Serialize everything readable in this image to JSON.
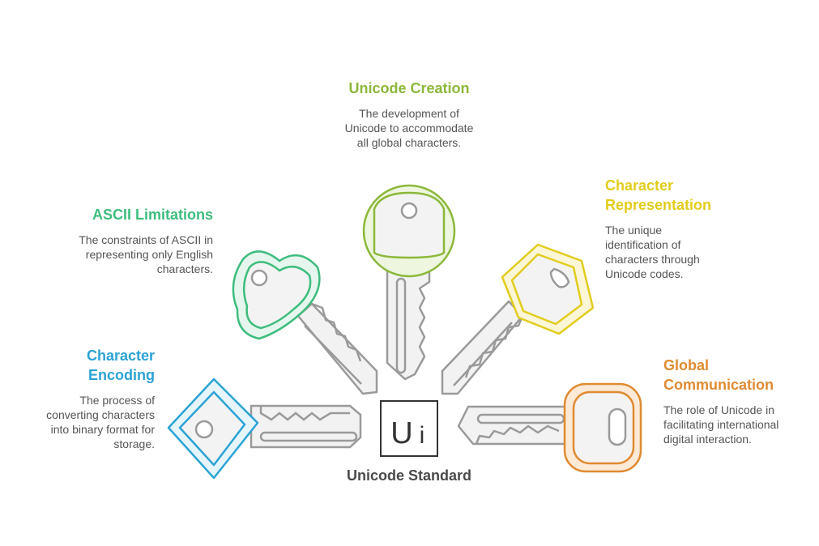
{
  "center": {
    "label": "Unicode Standard",
    "logo_text": "U",
    "logo_i": "i"
  },
  "items": [
    {
      "title": "Unicode Creation",
      "description": "The development of Unicode to accommodate all global characters.",
      "color": "#8bb83a"
    },
    {
      "title": "Character Representation",
      "description": "The unique identification of characters through Unicode codes.",
      "color": "#e2cc1c"
    },
    {
      "title": "Global Communication",
      "description": "The role of Unicode in facilitating international digital interaction.",
      "color": "#e08a30"
    },
    {
      "title": "Character Encoding",
      "description": "The process of converting characters into binary format for storage.",
      "color": "#2ba3d4"
    },
    {
      "title": "ASCII Limitations",
      "description": "The constraints of ASCII in representing only English characters.",
      "color": "#3dbd7d"
    }
  ],
  "colors": {
    "key_blade": "#9a9a9a",
    "blade_fill": "#f2f2f2",
    "text": "#555555"
  }
}
